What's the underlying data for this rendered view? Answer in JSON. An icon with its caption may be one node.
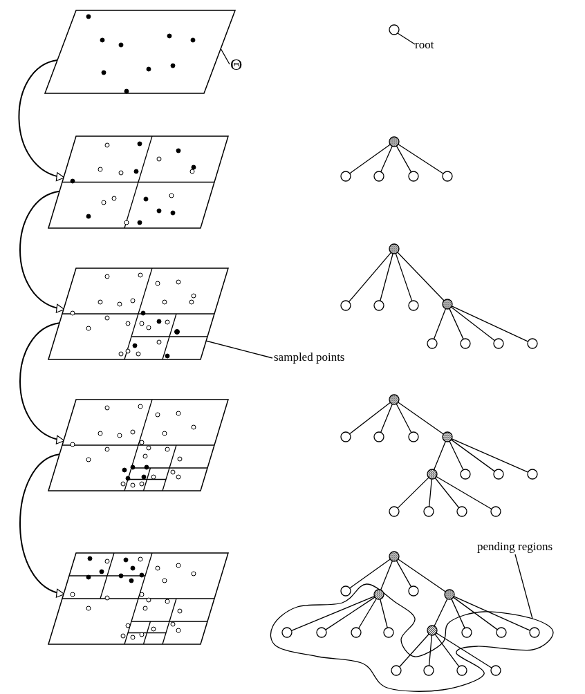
{
  "diagram": {
    "nodes": [
      {
        "text": [],
        "shape": "parallelogram"
      },
      {
        "text": [
          "Θ"
        ]
      },
      {
        "text": [],
        "shape": "circle"
      },
      {
        "text": [
          "root"
        ]
      },
      {
        "text": [],
        "shape": "parallelogram"
      },
      {
        "text": [],
        "shape": "circle"
      },
      {
        "text": [],
        "shape": "circle"
      },
      {
        "text": [],
        "shape": "circle"
      },
      {
        "text": [],
        "shape": "circle"
      },
      {
        "text": [],
        "shape": "circle"
      },
      {
        "text": [],
        "shape": "parallelogram"
      },
      {
        "text": [],
        "shape": "circle",
        "in": 10
      },
      {
        "text": [],
        "shape": "circle"
      },
      {
        "text": [],
        "shape": "circle"
      },
      {
        "text": [],
        "shape": "circle"
      },
      {
        "text": [],
        "shape": "circle"
      },
      {
        "text": [],
        "shape": "circle"
      },
      {
        "text": [],
        "shape": "circle"
      },
      {
        "text": [],
        "shape": "circle"
      },
      {
        "text": [],
        "shape": "circle"
      },
      {
        "text": [],
        "shape": "circle"
      },
      {
        "text": [
          "sampled points"
        ]
      },
      {
        "text": [],
        "shape": "parallelogram"
      },
      {
        "text": [],
        "shape": "circle"
      },
      {
        "text": [],
        "shape": "circle"
      },
      {
        "text": [],
        "shape": "circle"
      },
      {
        "text": [],
        "shape": "circle"
      },
      {
        "text": [],
        "shape": "circle"
      },
      {
        "text": [],
        "shape": "circle"
      },
      {
        "text": [],
        "shape": "circle"
      },
      {
        "text": [],
        "shape": "circle"
      },
      {
        "text": [],
        "shape": "circle"
      },
      {
        "text": [],
        "shape": "circle"
      },
      {
        "text": [],
        "shape": "circle"
      },
      {
        "text": [],
        "shape": "circle"
      },
      {
        "text": [],
        "shape": "circle"
      },
      {
        "text": [],
        "shape": "parallelogram"
      },
      {
        "text": [],
        "shape": "circle"
      },
      {
        "text": [],
        "shape": "circle"
      },
      {
        "text": [],
        "shape": "circle",
        "in": 55
      },
      {
        "text": [],
        "shape": "circle"
      },
      {
        "text": [],
        "shape": "circle"
      },
      {
        "text": [],
        "shape": "circle",
        "in": 55
      },
      {
        "text": [],
        "shape": "circle",
        "in": 55
      },
      {
        "text": [],
        "shape": "circle",
        "in": 55
      },
      {
        "text": [],
        "shape": "circle",
        "in": 55
      },
      {
        "text": [],
        "shape": "circle",
        "in": 55
      },
      {
        "text": [],
        "shape": "circle",
        "in": 55
      },
      {
        "text": [],
        "shape": "circle",
        "in": 55
      },
      {
        "text": [],
        "shape": "circle",
        "in": 55
      },
      {
        "text": [],
        "shape": "circle",
        "in": 55
      },
      {
        "text": [],
        "shape": "circle",
        "in": 55
      },
      {
        "text": [],
        "shape": "circle",
        "in": 55
      },
      {
        "text": [],
        "shape": "circle",
        "in": 55
      },
      {
        "text": [
          "pending regions"
        ]
      },
      {
        "text": [],
        "shape": "cloud"
      }
    ],
    "edges": [
      {
        "from": 1,
        "to": 0,
        "arrow": "none"
      },
      {
        "from": 3,
        "to": 2,
        "arrow": "none"
      },
      {
        "from": 0,
        "to": 4,
        "arrow": "to"
      },
      {
        "from": 5,
        "to": 6,
        "arrow": "none"
      },
      {
        "from": 5,
        "to": 7,
        "arrow": "none"
      },
      {
        "from": 5,
        "to": 8,
        "arrow": "none"
      },
      {
        "from": 5,
        "to": 9,
        "arrow": "none"
      },
      {
        "from": 4,
        "to": 10,
        "arrow": "to"
      },
      {
        "from": 12,
        "to": 13,
        "arrow": "none"
      },
      {
        "from": 12,
        "to": 14,
        "arrow": "none"
      },
      {
        "from": 12,
        "to": 15,
        "arrow": "none"
      },
      {
        "from": 12,
        "to": 16,
        "arrow": "none"
      },
      {
        "from": 16,
        "to": 17,
        "arrow": "none"
      },
      {
        "from": 16,
        "to": 18,
        "arrow": "none"
      },
      {
        "from": 16,
        "to": 19,
        "arrow": "none"
      },
      {
        "from": 16,
        "to": 20,
        "arrow": "none"
      },
      {
        "from": 21,
        "to": 11,
        "arrow": "none"
      },
      {
        "from": 10,
        "to": 22,
        "arrow": "to"
      },
      {
        "from": 23,
        "to": 24,
        "arrow": "none"
      },
      {
        "from": 23,
        "to": 25,
        "arrow": "none"
      },
      {
        "from": 23,
        "to": 26,
        "arrow": "none"
      },
      {
        "from": 23,
        "to": 27,
        "arrow": "none"
      },
      {
        "from": 27,
        "to": 28,
        "arrow": "none"
      },
      {
        "from": 27,
        "to": 29,
        "arrow": "none"
      },
      {
        "from": 27,
        "to": 30,
        "arrow": "none"
      },
      {
        "from": 27,
        "to": 31,
        "arrow": "none"
      },
      {
        "from": 28,
        "to": 32,
        "arrow": "none"
      },
      {
        "from": 28,
        "to": 33,
        "arrow": "none"
      },
      {
        "from": 28,
        "to": 34,
        "arrow": "none"
      },
      {
        "from": 28,
        "to": 35,
        "arrow": "none"
      },
      {
        "from": 22,
        "to": 36,
        "arrow": "to"
      },
      {
        "from": 37,
        "to": 38,
        "arrow": "none"
      },
      {
        "from": 37,
        "to": 39,
        "arrow": "none"
      },
      {
        "from": 37,
        "to": 40,
        "arrow": "none"
      },
      {
        "from": 37,
        "to": 41,
        "arrow": "none"
      },
      {
        "from": 39,
        "to": 42,
        "arrow": "none"
      },
      {
        "from": 39,
        "to": 43,
        "arrow": "none"
      },
      {
        "from": 39,
        "to": 44,
        "arrow": "none"
      },
      {
        "from": 39,
        "to": 45,
        "arrow": "none"
      },
      {
        "from": 41,
        "to": 46,
        "arrow": "none"
      },
      {
        "from": 41,
        "to": 47,
        "arrow": "none"
      },
      {
        "from": 41,
        "to": 48,
        "arrow": "none"
      },
      {
        "from": 41,
        "to": 49,
        "arrow": "none"
      },
      {
        "from": 46,
        "to": 50,
        "arrow": "none"
      },
      {
        "from": 46,
        "to": 51,
        "arrow": "none"
      },
      {
        "from": 46,
        "to": 52,
        "arrow": "none"
      },
      {
        "from": 46,
        "to": 53,
        "arrow": "none"
      },
      {
        "from": 54,
        "to": 55,
        "arrow": "none"
      }
    ]
  }
}
